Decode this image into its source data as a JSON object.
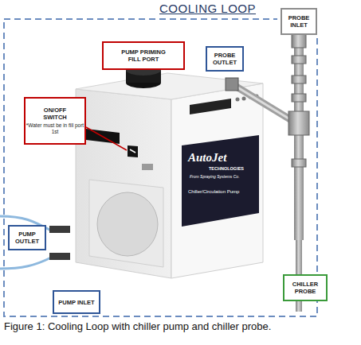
{
  "diagram": {
    "title": "COOLING LOOP",
    "caption": "Figure 1: Cooling Loop with chiller pump and chiller probe.",
    "nodes": [
      {
        "text": [
          "PROBE INLET"
        ]
      },
      {
        "text": [
          "PUMP PRIMING FILL PORT"
        ]
      },
      {
        "text": [
          "PROBE OUTLET"
        ]
      },
      {
        "text": [
          "ON/OFF SWITCH",
          "*Water must be in fill port 1st"
        ]
      },
      {
        "text": [
          "PUMP OUTLET"
        ]
      },
      {
        "text": [
          "CHILLER PROBE"
        ]
      },
      {
        "text": [
          "PUMP INLET"
        ]
      }
    ],
    "labels": [
      "AutoJet",
      "TECHNOLOGIES",
      "From Spraying Systems Co.",
      "Chiller/Circulation Pump"
    ]
  }
}
